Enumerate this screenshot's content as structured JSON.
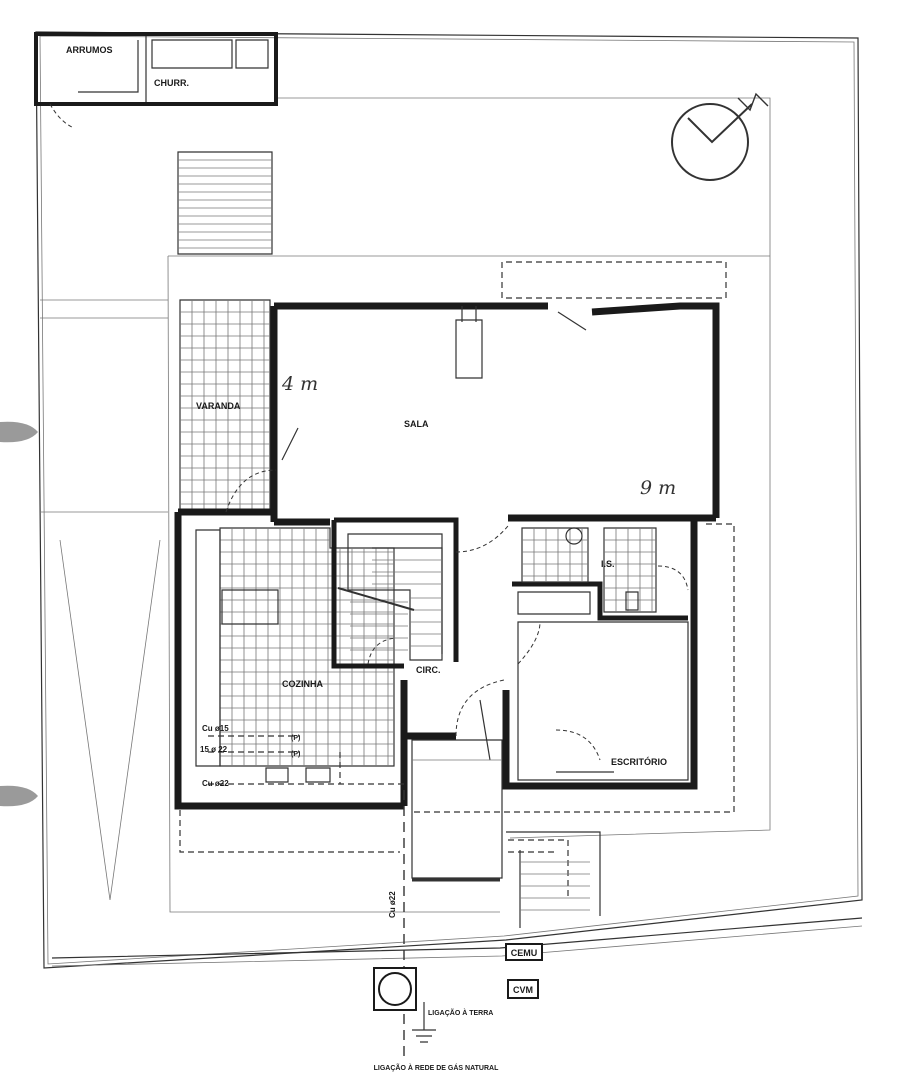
{
  "rooms": {
    "arrumos": "ARRUMOS",
    "churr": "CHURR.",
    "varanda": "VARANDA",
    "sala": "SALA",
    "cozinha": "COZINHA",
    "circ": "CIRC.",
    "is": "I.S.",
    "escritorio": "ESCRITÓRIO"
  },
  "annotations": {
    "sala_width": "9 m",
    "sala_depth": "4 m",
    "pipe_1": "Cu ø15",
    "pipe_2": "15 ø 22",
    "pipe_3": "Cu ø22",
    "pipe_vertical": "Cu ø22",
    "meter_p1": "(P)",
    "meter_p2": "(P)"
  },
  "utilities": {
    "cemu": "CEMU",
    "cvm": "CVM",
    "earth": "LIGAÇÃO À TERRA",
    "gas": "LIGAÇÃO À REDE DE GÁS NATURAL"
  },
  "colors": {
    "ink": "#1a1a1a",
    "paper": "#ffffff",
    "tab": "#9a9a9a"
  },
  "icons": {
    "north": "north-arrow-icon",
    "earth": "earth-ground-icon",
    "gas": "gas-meter-icon"
  }
}
